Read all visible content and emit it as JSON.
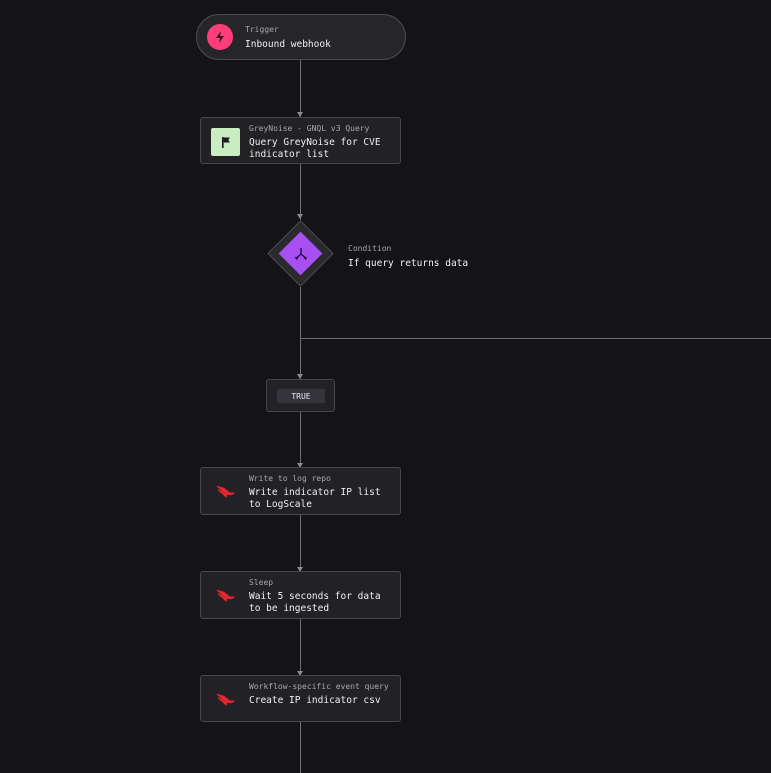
{
  "workflow": {
    "trigger": {
      "label": "Trigger",
      "title": "Inbound webhook",
      "icon": "lightning-bolt-icon",
      "icon_color": "#ff3d7b"
    },
    "query_node": {
      "label": "GreyNoise - GNQL v3 Query",
      "title": "Query GreyNoise for CVE indicator list",
      "icon": "greynoise-flag-icon",
      "icon_color": "#c9ecc0"
    },
    "condition": {
      "label": "Condition",
      "title": "If query returns data",
      "icon": "branch-icon",
      "icon_color": "#a74ff0"
    },
    "true_branch": {
      "label": "TRUE"
    },
    "steps": [
      {
        "label": "Write to log repo",
        "title": "Write indicator IP list to LogScale",
        "icon": "falcon-icon"
      },
      {
        "label": "Sleep",
        "title": "Wait 5 seconds for data to be ingested",
        "icon": "falcon-icon"
      },
      {
        "label": "Workflow-specific event query",
        "title": "Create IP indicator csv",
        "icon": "falcon-icon"
      }
    ],
    "falcon_color": "#e0262f"
  }
}
